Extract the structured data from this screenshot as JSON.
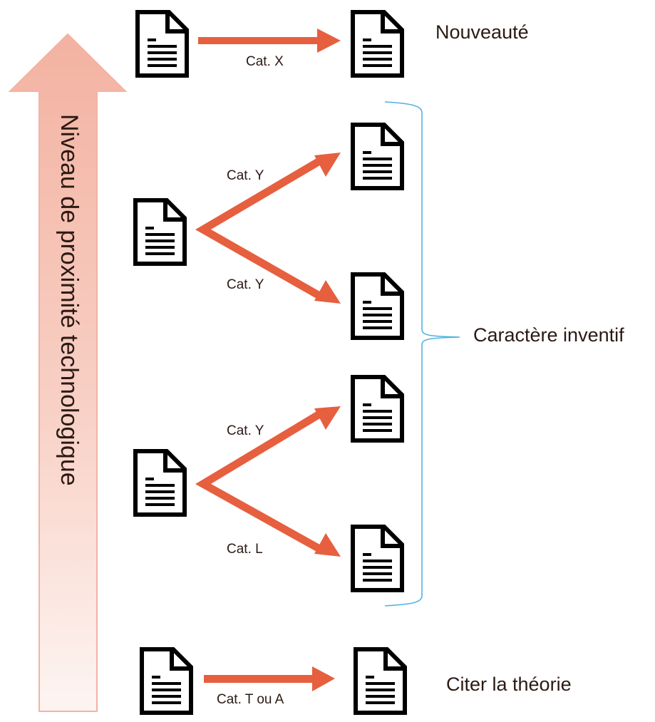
{
  "axis": {
    "label": "Niveau de proximité technologique",
    "direction": "up",
    "color_top": "#f3b6a6",
    "color_bottom": "#fdf3f0"
  },
  "colors": {
    "arrow": "#e65f3f",
    "brace": "#4fb3e0",
    "text": "#2a1a14",
    "document": "#000000"
  },
  "relations": [
    {
      "id": "x",
      "label": "Cat. X",
      "from": "doc-top-left",
      "to": "doc-top-right"
    },
    {
      "id": "y1",
      "label": "Cat. Y",
      "from": "doc-mid-left-1",
      "to": "doc-right-1"
    },
    {
      "id": "y2",
      "label": "Cat. Y",
      "from": "doc-mid-left-1",
      "to": "doc-right-2"
    },
    {
      "id": "y3",
      "label": "Cat. Y",
      "from": "doc-mid-left-2",
      "to": "doc-right-3"
    },
    {
      "id": "l",
      "label": "Cat. L",
      "from": "doc-mid-left-2",
      "to": "doc-right-4"
    },
    {
      "id": "ta",
      "label": "Cat. T ou A",
      "from": "doc-bottom-left",
      "to": "doc-bottom-right"
    }
  ],
  "outcomes": {
    "novelty": "Nouveauté",
    "inventive_step": "Caractère inventif",
    "cite_theory": "Citer la théorie"
  },
  "document_icon": "document-icon"
}
